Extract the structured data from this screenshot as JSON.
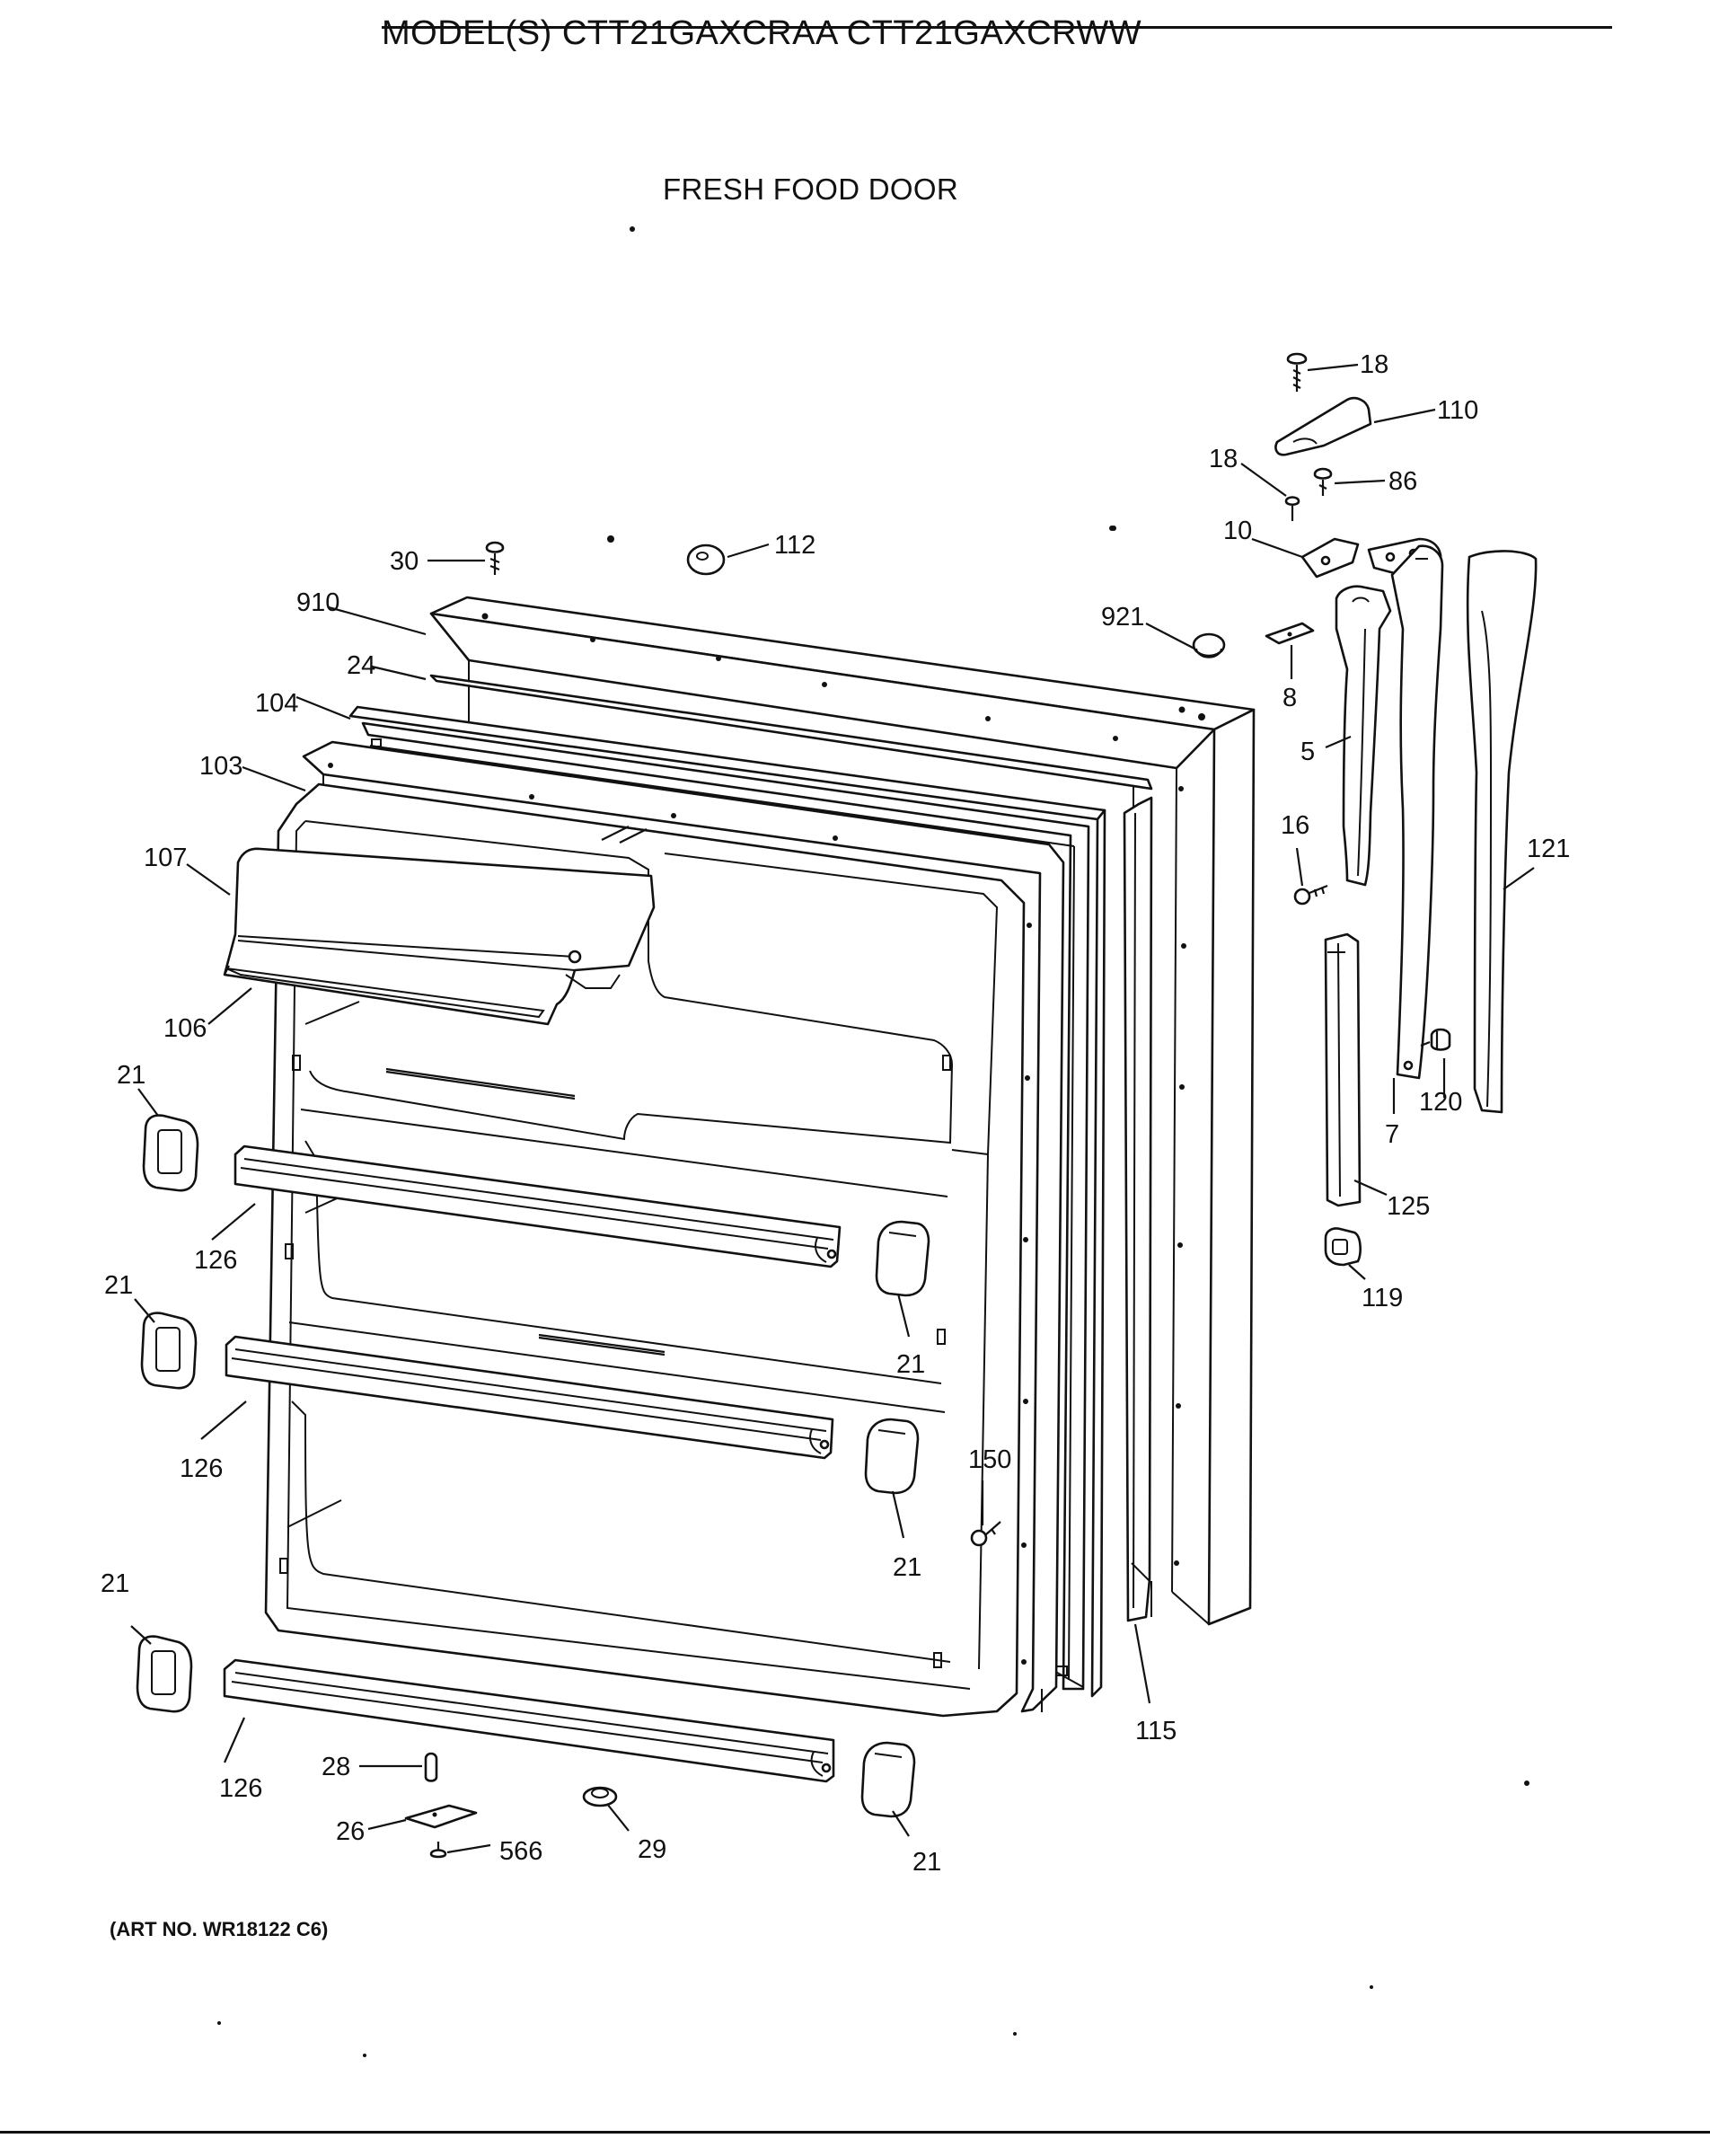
{
  "header": {
    "model_line": "MODEL(S) CTT21GAXCRAA  CTT21GAXCRWW",
    "section_title": "FRESH FOOD DOOR"
  },
  "footer": {
    "art_number": "(ART NO. WR18122 C6)"
  },
  "callouts": {
    "c18a": "18",
    "c110": "110",
    "c18b": "18",
    "c86": "86",
    "c10": "10",
    "c30": "30",
    "c112": "112",
    "c910": "910",
    "c921": "921",
    "c8": "8",
    "c24": "24",
    "c104": "104",
    "c5": "5",
    "c103": "103",
    "c16": "16",
    "c121": "121",
    "c107": "107",
    "c106": "106",
    "c21a": "21",
    "c120": "120",
    "c7": "7",
    "c125": "125",
    "c126a": "126",
    "c119": "119",
    "c21b": "21",
    "c21c": "21",
    "c126b": "126",
    "c150": "150",
    "c21d": "21",
    "c21e": "21",
    "c115": "115",
    "c126c": "126",
    "c28": "28",
    "c26": "26",
    "c566": "566",
    "c29": "29",
    "c21f": "21"
  }
}
